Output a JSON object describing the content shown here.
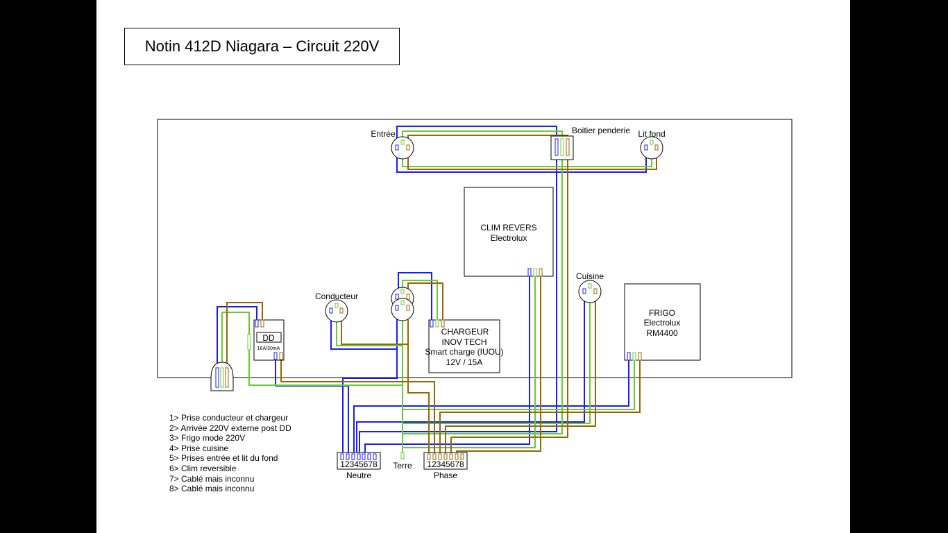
{
  "title": "Notin 412D Niagara – Circuit 220V",
  "colors": {
    "neutral": "#1a1aff",
    "earth": "#66cc33",
    "phase": "#996600",
    "outline": "#000000",
    "background": "#ffffff"
  },
  "outlets": {
    "entree": "Entrée",
    "penderie": "Boitier penderie",
    "lit_fond": "Lit fond",
    "conducteur": "Conducteur",
    "cuisine": "Cuisine"
  },
  "devices": {
    "clim": {
      "line1": "CLIM REVERS",
      "line2": "Electrolux"
    },
    "chargeur": {
      "line1": "CHARGEUR",
      "line2": "INOV TECH",
      "line3": "Smart charge (IUOU)",
      "line4": "12V / 15A"
    },
    "frigo": {
      "line1": "FRIGO",
      "line2": "Electrolux",
      "line3": "RM4400"
    },
    "dd": {
      "label": "DD",
      "rating": "16A/30mA"
    }
  },
  "terminals": {
    "neutre": {
      "label": "Neutre",
      "numbers": "12345678"
    },
    "phase": {
      "label": "Phase",
      "numbers": "12345678"
    },
    "terre": "Terre"
  },
  "legend": [
    "1> Prise conducteur et chargeur",
    "2> Arrivée 220V externe post DD",
    "3> Frigo mode 220V",
    "4> Prise cuisine",
    "5> Prises entrée et lit du fond",
    "6> Clim reversible",
    "7> Cablé mais inconnu",
    "8> Cablé mais inconnu"
  ]
}
